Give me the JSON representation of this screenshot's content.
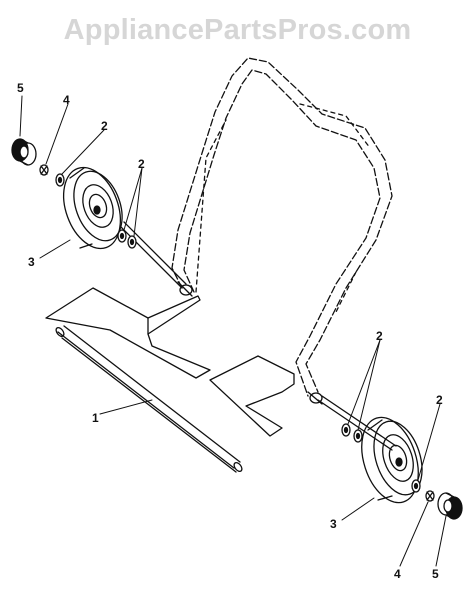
{
  "watermark": "AppliancePartsPros.com",
  "callouts": {
    "c5_top": "5",
    "c4_top": "4",
    "c2_top": "2",
    "c2_mid": "2",
    "c3_left": "3",
    "c1": "1",
    "c2_right_a": "2",
    "c2_right_b": "2",
    "c3_right": "3",
    "c4_bottom": "4",
    "c5_bottom": "5"
  },
  "colors": {
    "ink": "#111111",
    "watermark": "#d6d6d6"
  }
}
